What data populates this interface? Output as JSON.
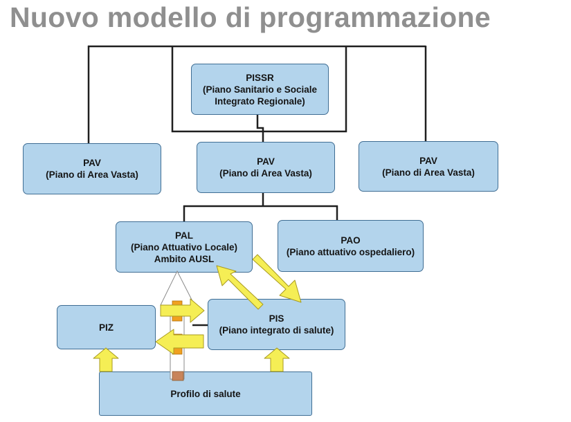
{
  "title": "Nuovo modello di programmazione",
  "nodes": {
    "pissr": {
      "line1": "PISSR",
      "line2": "(Piano Sanitario e Sociale",
      "line3": "Integrato Regionale)"
    },
    "pav_left": {
      "line1": "PAV",
      "line2": "(Piano di Area Vasta)"
    },
    "pav_center": {
      "line1": "PAV",
      "line2": "(Piano di Area Vasta)"
    },
    "pav_right": {
      "line1": "PAV",
      "line2": "(Piano di Area Vasta)"
    },
    "pal": {
      "line1": "PAL",
      "line2": "(Piano Attuativo Locale)",
      "line3": "Ambito AUSL"
    },
    "pao": {
      "line1": "PAO",
      "line2": "(Piano attuativo ospedaliero)"
    },
    "pis": {
      "line1": "PIS",
      "line2": "(Piano integrato di salute)"
    },
    "piz": {
      "line1": "PIZ"
    },
    "profilo": {
      "line1": "Profilo di salute"
    }
  },
  "colors": {
    "box_fill": "#b3d4ec",
    "box_border": "#3f6d93",
    "connector": "#1f1f1f",
    "arrow_yellow": "#f5ee55",
    "arrow_orange": "#f0a020",
    "title_gray": "#8f8f8f"
  }
}
